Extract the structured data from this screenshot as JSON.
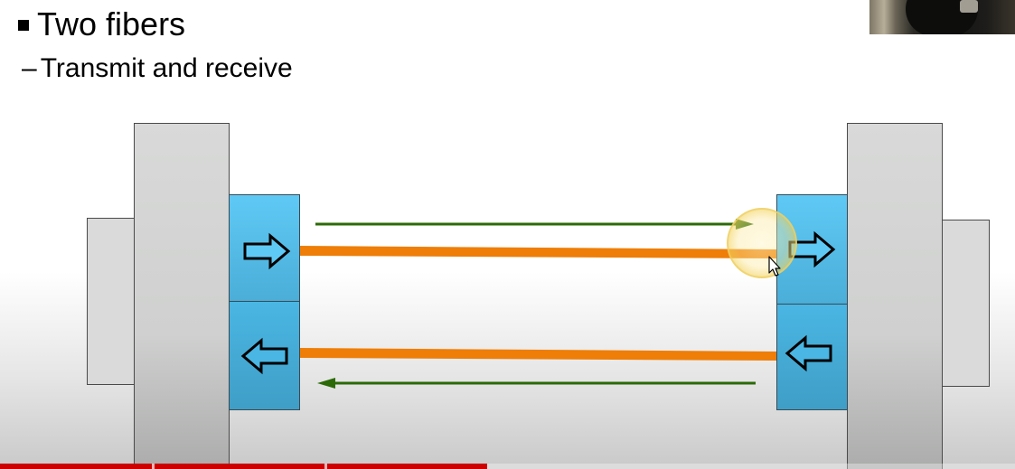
{
  "slide": {
    "bullet": "Two fibers",
    "sub_bullet": "Transmit and receive"
  },
  "colors": {
    "fiber": "#ee7e07",
    "direction_arrow": "#2b6a07",
    "transceiver": "#4fb6e0",
    "device": "#d2d3d2",
    "cursor_highlight": "#f7e28a",
    "progress": "#cc0000"
  },
  "icons": {
    "transmit": "outline-arrow-right",
    "receive": "outline-arrow-left",
    "cursor": "mouse-pointer"
  },
  "video": {
    "played_fraction": 0.48,
    "chapter_fractions": [
      0.15,
      0.32
    ]
  }
}
